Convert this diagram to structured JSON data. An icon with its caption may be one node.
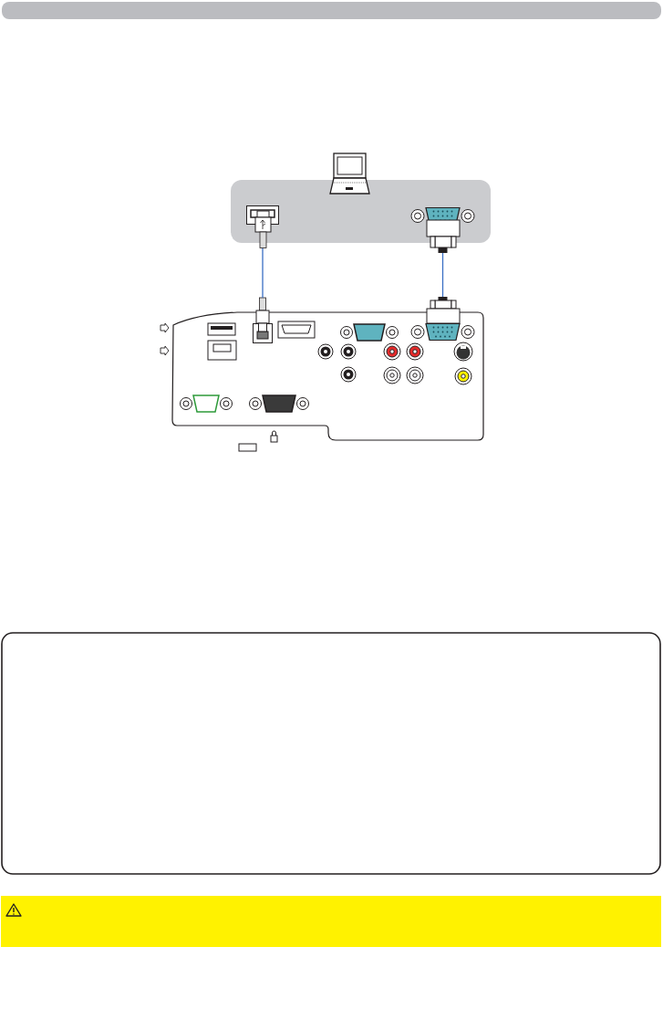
{
  "diagram": {
    "nodes": [
      {
        "text": [],
        "shape": "box"
      },
      {
        "text": [],
        "shape": "box",
        "in": 0
      },
      {
        "text": [],
        "shape": "box",
        "in": 0
      },
      {
        "text": [],
        "shape": "box"
      },
      {
        "text": [],
        "shape": "box",
        "in": 3
      },
      {
        "text": [],
        "shape": "box"
      }
    ],
    "edges": [
      {
        "from": 1,
        "to": 4,
        "arrow": "none"
      },
      {
        "from": 2,
        "to": 5,
        "arrow": "none"
      }
    ]
  }
}
